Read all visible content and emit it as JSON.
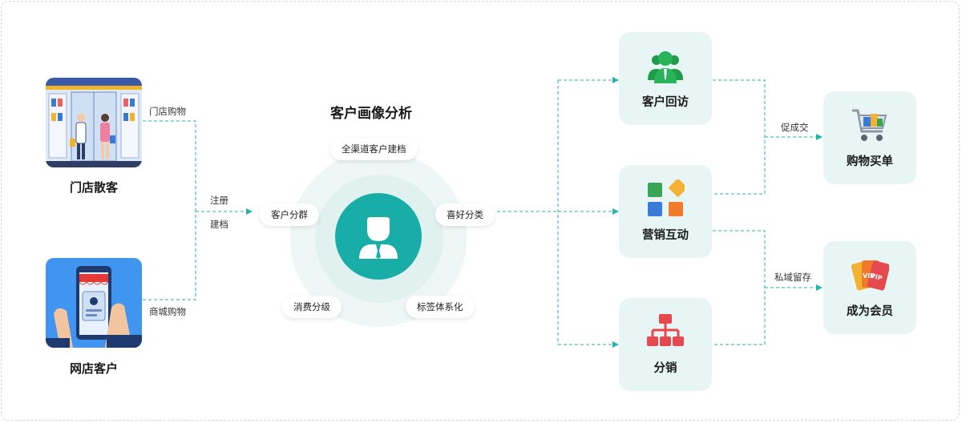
{
  "title": "客户画像分析",
  "sources": [
    {
      "label": "门店散客",
      "channel": "门店购物",
      "icon": "storefront-illustration"
    },
    {
      "label": "网店客户",
      "channel": "商城购物",
      "icon": "mobile-shop-illustration"
    }
  ],
  "register": [
    "注册",
    "建档"
  ],
  "center_icon": "customer-profile-icon",
  "tags": [
    "全渠道客户建档",
    "客户分群",
    "喜好分类",
    "消费分级",
    "标签体系化"
  ],
  "actions": [
    {
      "label": "客户回访",
      "icon": "people-group-icon"
    },
    {
      "label": "营销互动",
      "icon": "blocks-icon"
    },
    {
      "label": "分销",
      "icon": "hierarchy-icon"
    }
  ],
  "results": [
    {
      "label": "购物买单",
      "edge": "促成交",
      "icon": "shopping-cart-icon"
    },
    {
      "label": "成为会员",
      "edge": "私域留存",
      "icon": "vip-cards-icon"
    }
  ],
  "colors": {
    "accent": "#19ada7",
    "card_bg": "#e7f6f5",
    "wire": "#22b3a9"
  }
}
